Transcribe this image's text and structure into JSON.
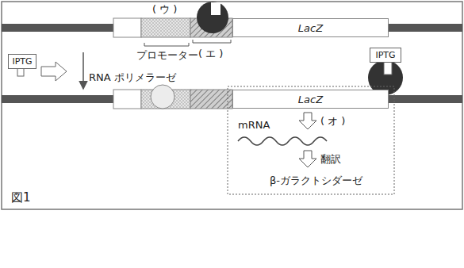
{
  "diagram": {
    "nodes": [
      {
        "text": [
          "IPTG"
        ]
      },
      {
        "text": [
          "LacZ"
        ]
      },
      {
        "text": [
          "IPTG"
        ]
      },
      {
        "text": [
          "LacZ"
        ]
      }
    ],
    "labels": [
      "( ウ )",
      "プロモーター",
      "( エ )",
      "RNA ポリメラーゼ",
      "mRNA",
      "( オ )",
      "翻訳",
      "β-ガラクトシダーゼ",
      "図1"
    ]
  }
}
